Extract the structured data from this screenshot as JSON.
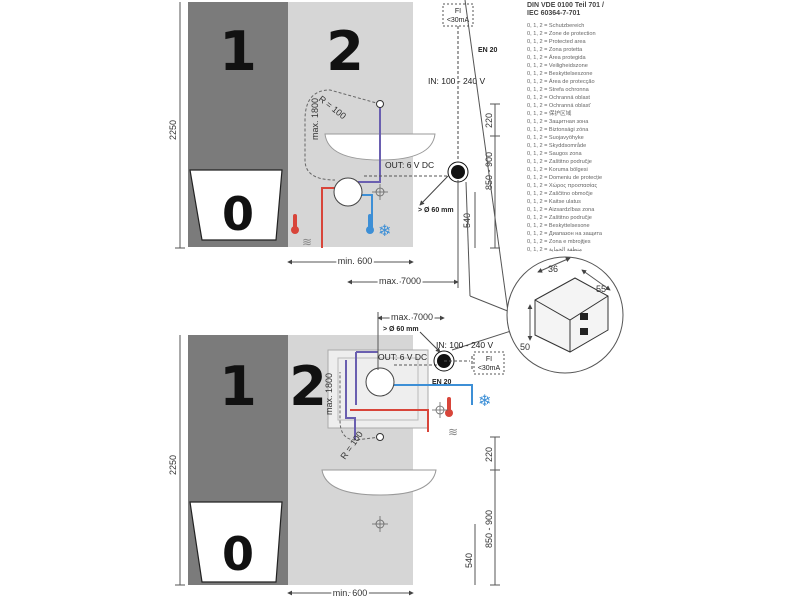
{
  "zones": {
    "zone1": "1",
    "zone2": "2",
    "zone0": "0"
  },
  "top": {
    "fi": "FI",
    "fi_current": "<30mA",
    "en": "EN 20",
    "in_voltage": "IN: 100 - 240 V",
    "out_voltage": "OUT: 6 V DC",
    "radius": "R = 100",
    "max_1800": "max. 1800",
    "dim_220": "220",
    "dim_850_900": "850 - 900",
    "dim_540": "540",
    "dim_2250": "2250",
    "diameter": "> Ø 60 mm",
    "min_600": "min. 600",
    "max_7000": "max. 7000"
  },
  "bottom": {
    "max_7000": "max. 7000",
    "diameter": "> Ø 60 mm",
    "out_voltage": "OUT: 6 V DC",
    "in_voltage": "IN: 100 - 240 V",
    "fi": "FI",
    "fi_current": "<30mA",
    "en": "EN 20",
    "max_1800": "max. 1800",
    "radius": "R = 100",
    "dim_220": "220",
    "dim_850_900": "850 - 900",
    "dim_540": "540",
    "dim_2250": "2250",
    "min_600": "min. 600"
  },
  "detail": {
    "dim_36": "36",
    "dim_55": "55",
    "dim_50": "50"
  },
  "legend": {
    "title1": "DIN VDE 0100 Teil 701 /",
    "title2": "IEC 60364-7-701",
    "items": [
      "0, 1, 2 = Schutzbereich",
      "0, 1, 2 = Zone de protection",
      "0, 1, 2 = Protected area",
      "0, 1, 2 = Zona protetta",
      "0, 1, 2 = Área protegida",
      "0, 1, 2 = Veiligheidszone",
      "0, 1, 2 = Beskyttelseszone",
      "0, 1, 2 = Área de protecção",
      "0, 1, 2 = Strefa ochronna",
      "0, 1, 2 = Ochranná oblast",
      "0, 1, 2 = Ochranná oblasť",
      "0, 1, 2 = 保护区域",
      "0, 1, 2 = Защитная зона",
      "0, 1, 2 = Biztonsági zóna",
      "0, 1, 2 = Suojavyöhyke",
      "0, 1, 2 = Skyddsområde",
      "0, 1, 2 = Saugos zona",
      "0, 1, 2 = Zaštitno područje",
      "0, 1, 2 = Koruma bölgesi",
      "0, 1, 2 = Domeniu de protecție",
      "0, 1, 2 = Χώρος προστασίας",
      "0, 1, 2 = Zaščitno območje",
      "0, 1, 2 = Kaitse ulatus",
      "0, 1, 2 = Aizsardzības zona",
      "0, 1, 2 = Zaštitno područje",
      "0, 1, 2 = Beskyttelsesone",
      "0, 1, 2 = Диапазон на защита",
      "0, 1, 2 = Zona e mbrojtjes",
      "0, 1, 2 = منطقة الحماية"
    ]
  }
}
